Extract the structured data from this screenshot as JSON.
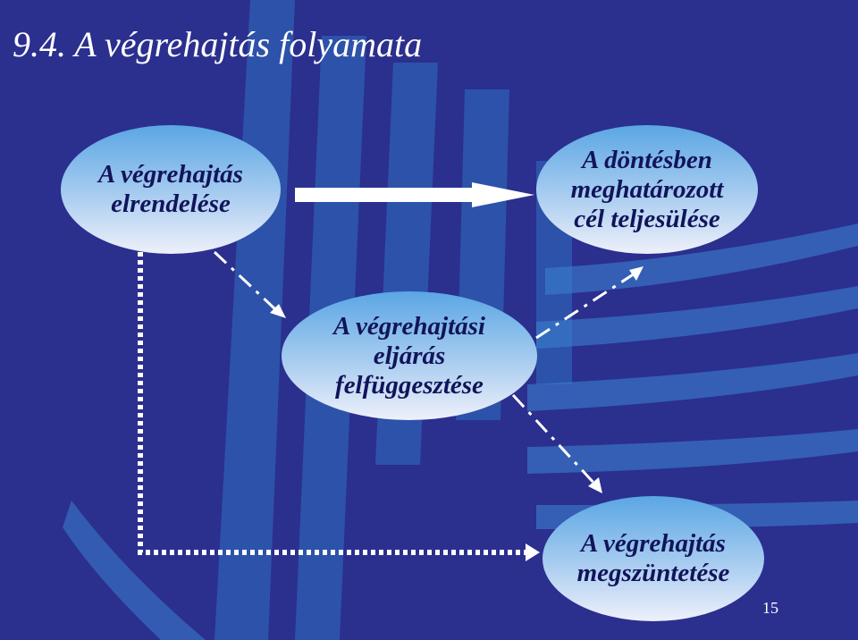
{
  "title": "9.4. A végrehajtás folyamata",
  "nodes": {
    "order": "A végrehajtás\nelrendelése",
    "goal": "A döntésben\nmeghatározott\ncél teljesülése",
    "suspend": "A végrehajtási\neljárás\nfelfüggesztése",
    "terminate": "A végrehajtás\nmegszüntetése"
  },
  "page_number": "15",
  "colors": {
    "background": "#2b2f8e",
    "swoosh": "#2f6fc2",
    "node_top": "#5aa6e4",
    "node_bottom": "#eef0fa",
    "node_text": "#12145a",
    "arrow": "#ffffff"
  }
}
